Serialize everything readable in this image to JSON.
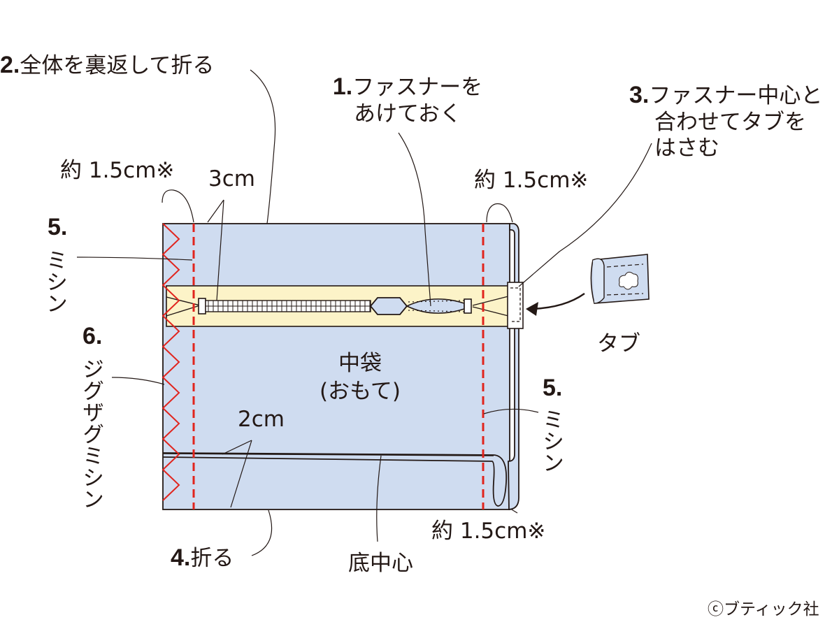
{
  "steps": {
    "step1": {
      "num": "1.",
      "line1": "ファスナーを",
      "line2": "あけておく"
    },
    "step2": {
      "num": "2.",
      "text": "全体を裏返して折る"
    },
    "step3": {
      "num": "3.",
      "line1": "ファスナー中心と",
      "line2": "合わせてタブを",
      "line3": "はさむ"
    },
    "step4": {
      "num": "4.",
      "text": "折る"
    },
    "step5_left": {
      "num": "5.",
      "text": "ミシン"
    },
    "step5_right": {
      "num": "5.",
      "text": "ミシン"
    },
    "step6": {
      "num": "6.",
      "text": "ジグザグミシン"
    }
  },
  "measurements": {
    "left_seam": "約 1.5cm※",
    "zipper_offset": "3cm",
    "right_seam": "約 1.5cm※",
    "fold_depth": "2cm",
    "bottom_seam": "約 1.5cm※"
  },
  "parts": {
    "bag_label_line1": "中袋",
    "bag_label_line2": "(おもて)",
    "tab_label": "タブ",
    "bottom_center": "底中心"
  },
  "copyright": "ⓒブティック社",
  "colors": {
    "fabric": "#cfdcf0",
    "zipper_tape": "#fcf3c8",
    "seam_red": "#e1241d",
    "outline": "#231815"
  }
}
